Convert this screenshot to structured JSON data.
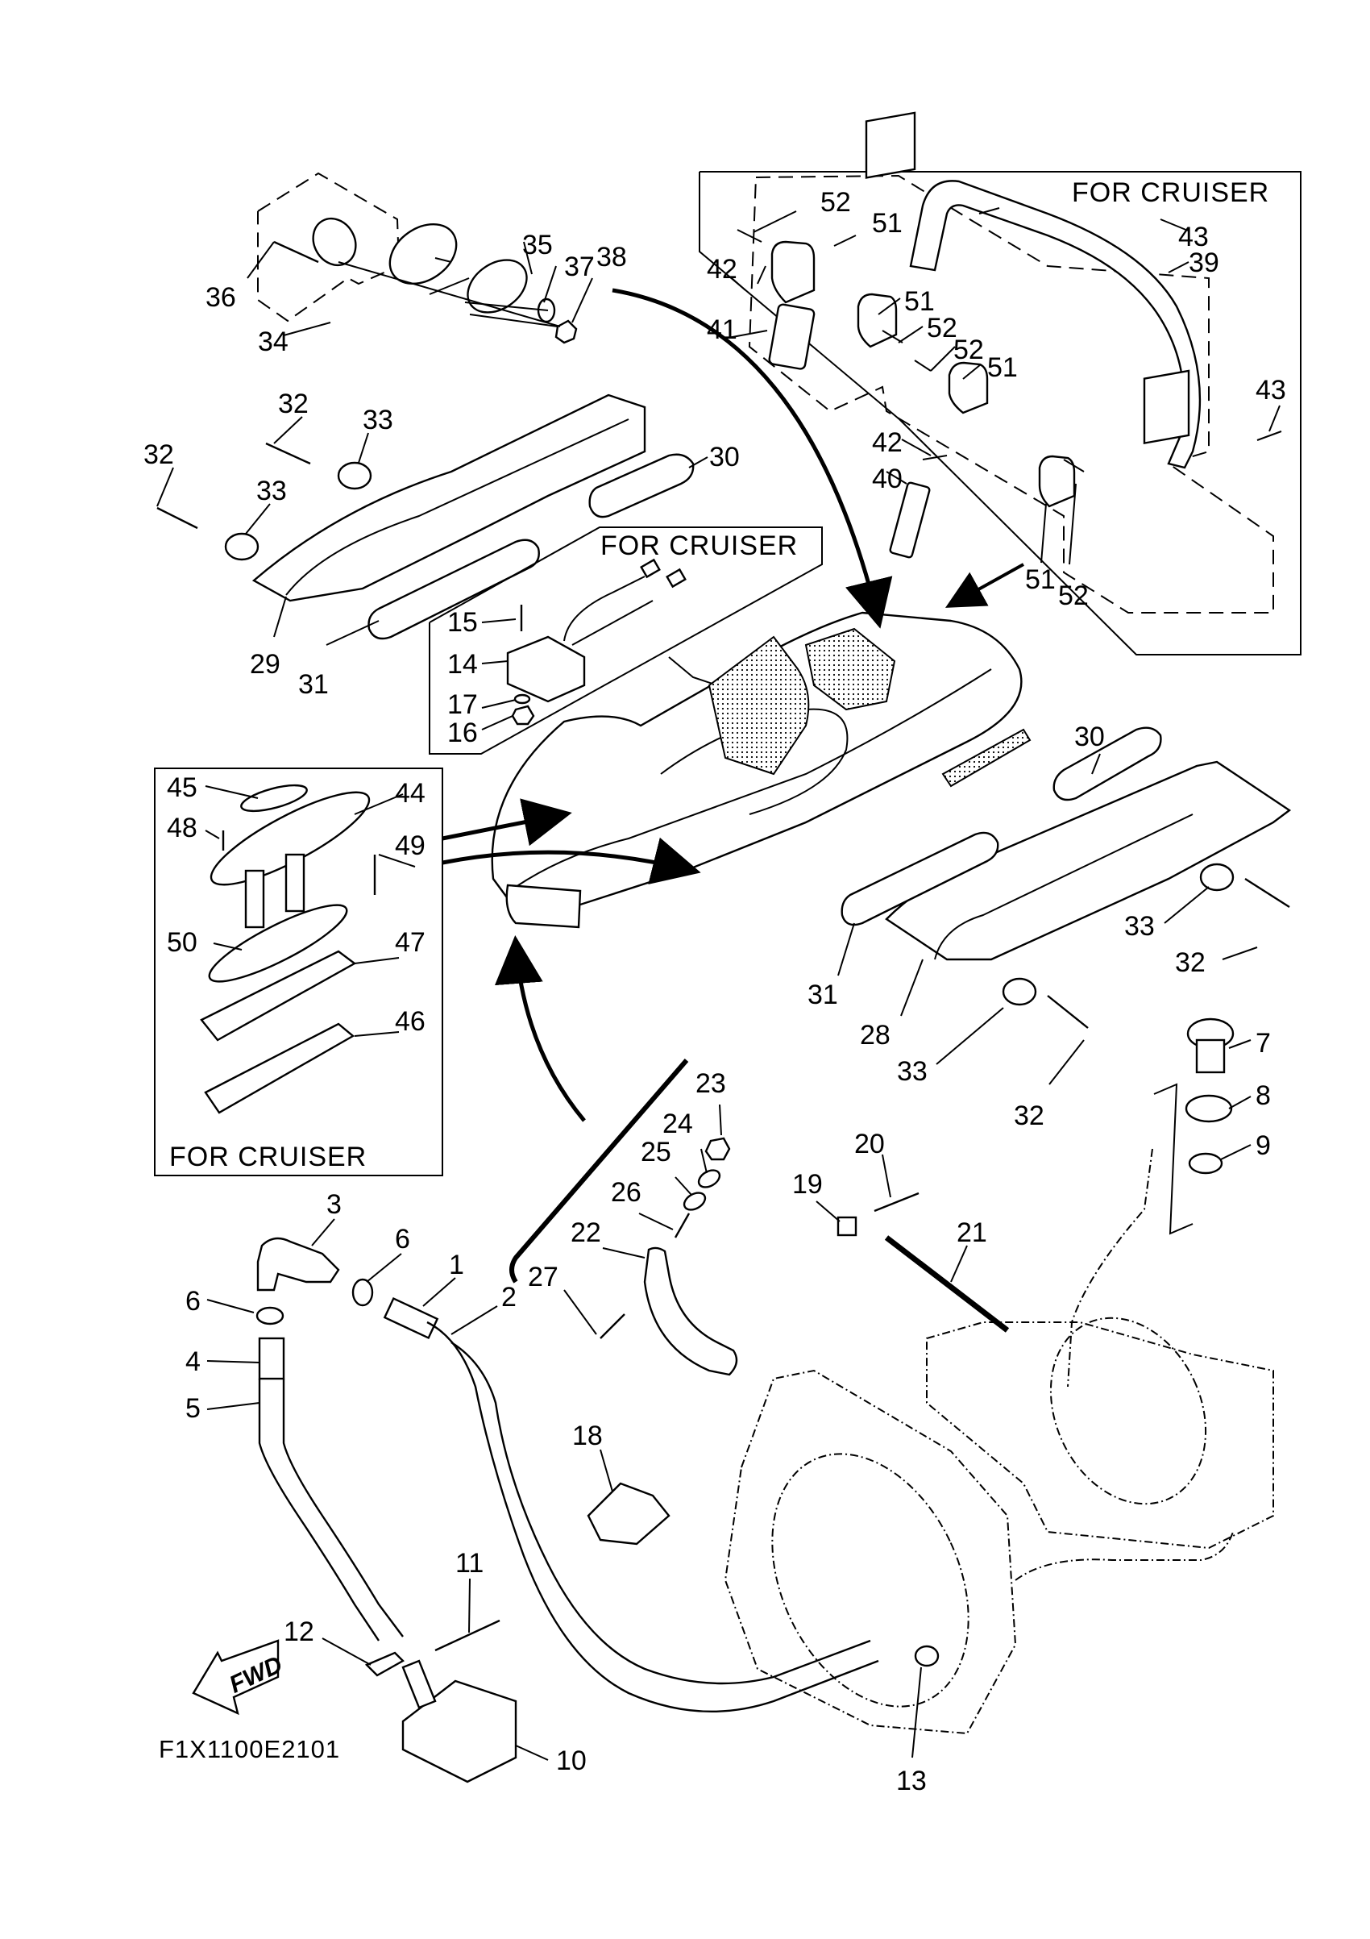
{
  "diagram": {
    "title_code": "F1X1100E2101",
    "fwd_label": "FWD",
    "variant_boxes": {
      "top_right": "FOR CRUISER",
      "middle": "FOR CRUISER",
      "left": "FOR CRUISER"
    },
    "callouts": [
      {
        "id": "c1",
        "label": "1"
      },
      {
        "id": "c2",
        "label": "2"
      },
      {
        "id": "c3",
        "label": "3"
      },
      {
        "id": "c4",
        "label": "4"
      },
      {
        "id": "c5",
        "label": "5"
      },
      {
        "id": "c6a",
        "label": "6"
      },
      {
        "id": "c6b",
        "label": "6"
      },
      {
        "id": "c7",
        "label": "7"
      },
      {
        "id": "c8",
        "label": "8"
      },
      {
        "id": "c9",
        "label": "9"
      },
      {
        "id": "c10",
        "label": "10"
      },
      {
        "id": "c11",
        "label": "11"
      },
      {
        "id": "c12",
        "label": "12"
      },
      {
        "id": "c13",
        "label": "13"
      },
      {
        "id": "c14",
        "label": "14"
      },
      {
        "id": "c15",
        "label": "15"
      },
      {
        "id": "c16",
        "label": "16"
      },
      {
        "id": "c17",
        "label": "17"
      },
      {
        "id": "c18",
        "label": "18"
      },
      {
        "id": "c19",
        "label": "19"
      },
      {
        "id": "c20",
        "label": "20"
      },
      {
        "id": "c21",
        "label": "21"
      },
      {
        "id": "c22",
        "label": "22"
      },
      {
        "id": "c23",
        "label": "23"
      },
      {
        "id": "c24",
        "label": "24"
      },
      {
        "id": "c25",
        "label": "25"
      },
      {
        "id": "c26",
        "label": "26"
      },
      {
        "id": "c27",
        "label": "27"
      },
      {
        "id": "c28",
        "label": "28"
      },
      {
        "id": "c29",
        "label": "29"
      },
      {
        "id": "c30a",
        "label": "30"
      },
      {
        "id": "c30b",
        "label": "30"
      },
      {
        "id": "c31a",
        "label": "31"
      },
      {
        "id": "c31b",
        "label": "31"
      },
      {
        "id": "c32a",
        "label": "32"
      },
      {
        "id": "c32b",
        "label": "32"
      },
      {
        "id": "c32c",
        "label": "32"
      },
      {
        "id": "c32d",
        "label": "32"
      },
      {
        "id": "c33a",
        "label": "33"
      },
      {
        "id": "c33b",
        "label": "33"
      },
      {
        "id": "c33c",
        "label": "33"
      },
      {
        "id": "c33d",
        "label": "33"
      },
      {
        "id": "c34",
        "label": "34"
      },
      {
        "id": "c35",
        "label": "35"
      },
      {
        "id": "c36",
        "label": "36"
      },
      {
        "id": "c37",
        "label": "37"
      },
      {
        "id": "c38",
        "label": "38"
      },
      {
        "id": "c39",
        "label": "39"
      },
      {
        "id": "c40",
        "label": "40"
      },
      {
        "id": "c41",
        "label": "41"
      },
      {
        "id": "c42a",
        "label": "42"
      },
      {
        "id": "c42b",
        "label": "42"
      },
      {
        "id": "c43a",
        "label": "43"
      },
      {
        "id": "c43b",
        "label": "43"
      },
      {
        "id": "c44",
        "label": "44"
      },
      {
        "id": "c45",
        "label": "45"
      },
      {
        "id": "c46",
        "label": "46"
      },
      {
        "id": "c47",
        "label": "47"
      },
      {
        "id": "c48",
        "label": "48"
      },
      {
        "id": "c49",
        "label": "49"
      },
      {
        "id": "c50",
        "label": "50"
      },
      {
        "id": "c51a",
        "label": "51"
      },
      {
        "id": "c51b",
        "label": "51"
      },
      {
        "id": "c51c",
        "label": "51"
      },
      {
        "id": "c51d",
        "label": "51"
      },
      {
        "id": "c52a",
        "label": "52"
      },
      {
        "id": "c52b",
        "label": "52"
      },
      {
        "id": "c52c",
        "label": "52"
      },
      {
        "id": "c52d",
        "label": "52"
      }
    ]
  }
}
